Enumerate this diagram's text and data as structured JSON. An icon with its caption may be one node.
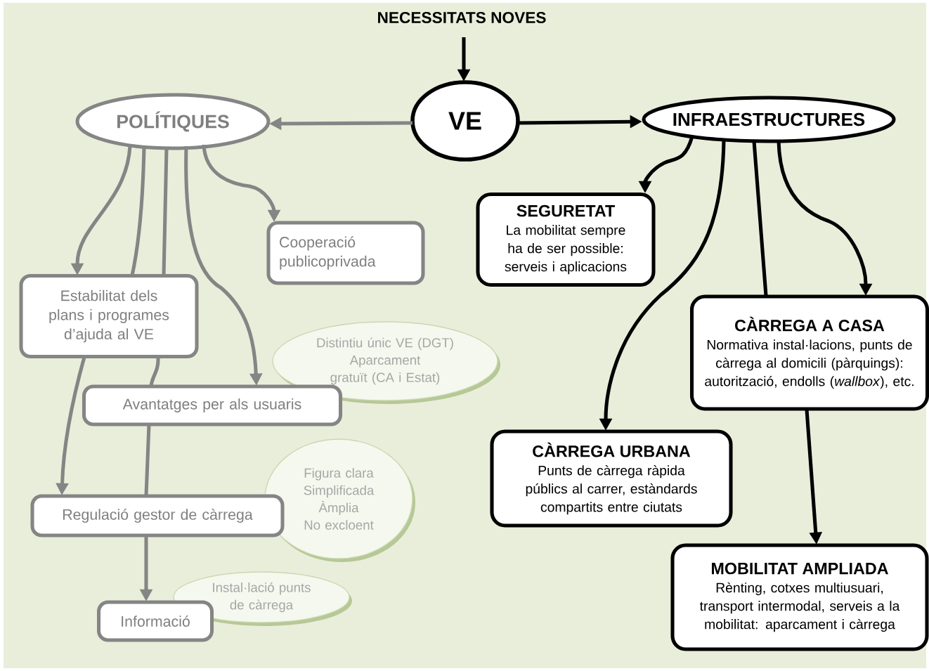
{
  "diagram": {
    "nodes": [
      {
        "text": [
          "NECESSITATS NOVES"
        ]
      },
      {
        "text": [
          "VE"
        ]
      },
      {
        "text": [
          "POLÍTIQUES"
        ]
      },
      {
        "text": [
          "INFRAESTRUCTURES"
        ]
      },
      {
        "text": [
          "Cooperació publicoprivada"
        ]
      },
      {
        "text": [
          "Estabilitat dels plans i programes d’ajuda al VE"
        ]
      },
      {
        "text": [
          "Distintiu únic VE (DGT)",
          "Aparcament gratuït (CA i Estat)"
        ]
      },
      {
        "text": [
          "Avantatges per als usuaris"
        ]
      },
      {
        "text": [
          "Figura clara",
          "Simplificada",
          "Àmplia",
          "No excloent"
        ]
      },
      {
        "text": [
          "Regulació gestor de càrrega"
        ]
      },
      {
        "text": [
          "Instal·lació punts de càrrega"
        ]
      },
      {
        "text": [
          "Informació"
        ]
      },
      {
        "text": [
          "SEGURETAT",
          "La mobilitat sempre ha de ser possible: serveis i aplicacions"
        ]
      },
      {
        "text": [
          "CÀRREGA A CASA",
          "Normativa instal·lacions, punts de càrrega al domicili (pàrquings): autorització, endolls (*wallbox*), etc."
        ]
      },
      {
        "text": [
          "CÀRREGA URBANA",
          "Punts de càrrega ràpida públics al carrer, estàndards compartits entre ciutats"
        ]
      },
      {
        "text": [
          "MOBILITAT AMPLIADA",
          "Rènting, cotxes multiusuari, transport intermodal, serveis a la mobilitat: aparcament i càrrega"
        ]
      }
    ],
    "edges": [
      {
        "from": 0,
        "to": 1,
        "arrow": "to",
        "color": "#000000"
      },
      {
        "from": 1,
        "to": 2,
        "arrow": "to"
      },
      {
        "from": 1,
        "to": 3,
        "arrow": "to",
        "color": "#000000"
      },
      {
        "from": 2,
        "to": 5,
        "arrow": "to"
      },
      {
        "from": 2,
        "to": 5,
        "arrow": "none"
      },
      {
        "from": 2,
        "to": 5,
        "arrow": "none"
      },
      {
        "from": 2,
        "to": 7,
        "arrow": "to"
      },
      {
        "from": 2,
        "to": 4,
        "arrow": "to"
      },
      {
        "from": 5,
        "to": 9,
        "arrow": "to"
      },
      {
        "from": 5,
        "to": 7,
        "arrow": "none"
      },
      {
        "from": 7,
        "to": 9,
        "arrow": "none"
      },
      {
        "from": 9,
        "to": 11,
        "arrow": "to"
      },
      {
        "from": 3,
        "to": 12,
        "arrow": "to",
        "color": "#000000"
      },
      {
        "from": 3,
        "to": 14,
        "arrow": "to",
        "color": "#000000"
      },
      {
        "from": 3,
        "to": 13,
        "arrow": "none",
        "color": "#000000"
      },
      {
        "from": 3,
        "to": 13,
        "arrow": "to",
        "color": "#000000"
      },
      {
        "from": 13,
        "to": 15,
        "arrow": "to",
        "color": "#000000"
      }
    ]
  }
}
